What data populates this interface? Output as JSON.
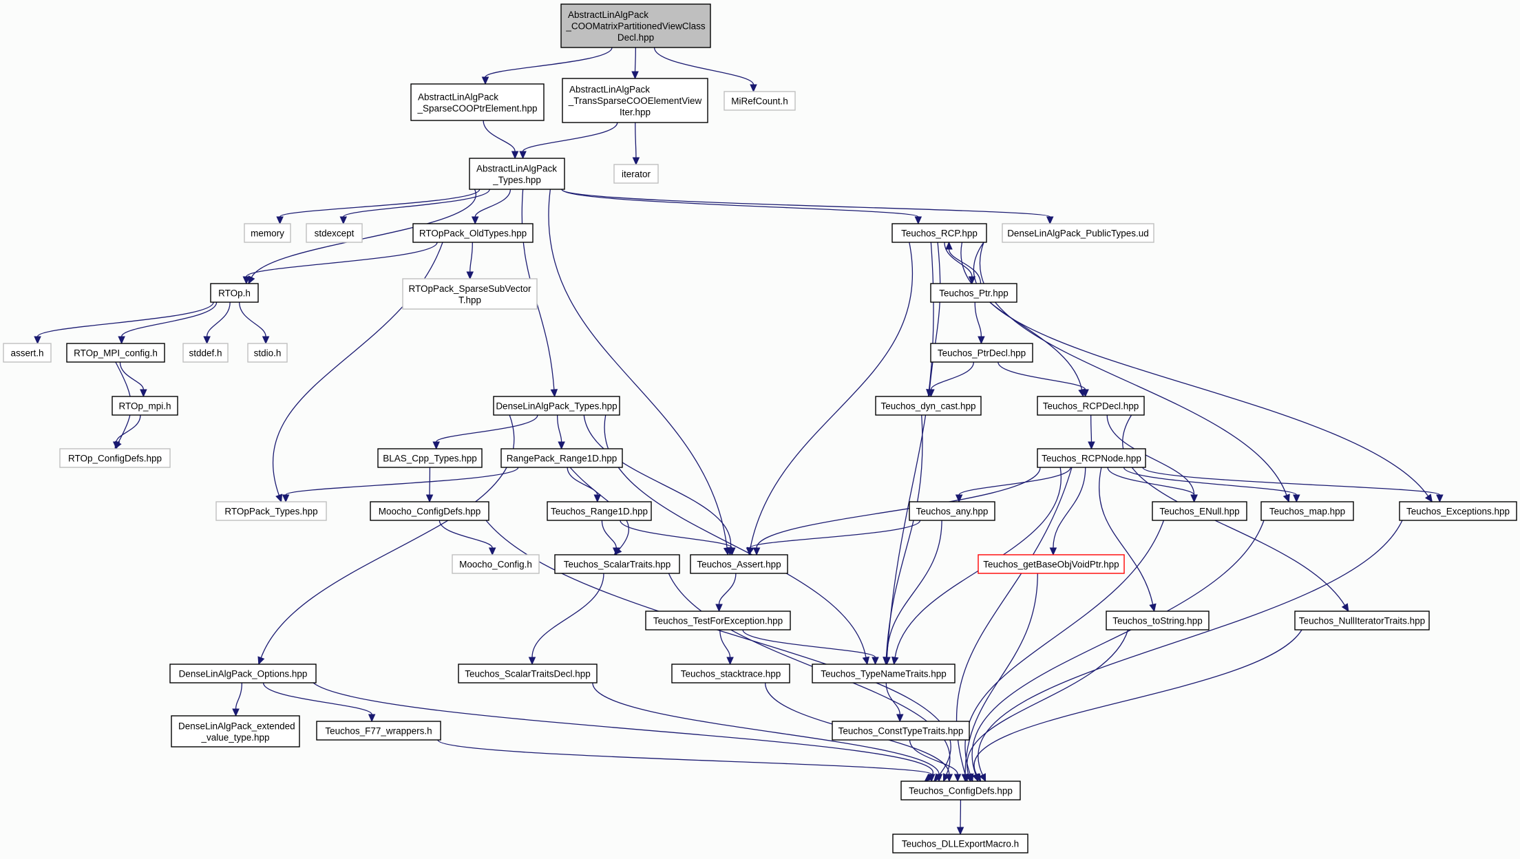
{
  "diagram": {
    "nodes": [
      {
        "id": "root",
        "lines": [
          "AbstractLinAlgPack",
          "_COOMatrixPartitionedViewClass",
          "Decl.hpp"
        ],
        "style": "root"
      },
      {
        "id": "sparseptr",
        "lines": [
          "AbstractLinAlgPack",
          "_SparseCOOPtrElement.hpp"
        ],
        "style": "normal"
      },
      {
        "id": "transsparse",
        "lines": [
          "AbstractLinAlgPack",
          "_TransSparseCOOElementView",
          "Iter.hpp"
        ],
        "style": "normal"
      },
      {
        "id": "mirefcount",
        "lines": [
          "MiRefCount.h"
        ],
        "style": "external"
      },
      {
        "id": "types",
        "lines": [
          "AbstractLinAlgPack",
          "_Types.hpp"
        ],
        "style": "normal"
      },
      {
        "id": "iterator",
        "lines": [
          "iterator"
        ],
        "style": "external"
      },
      {
        "id": "memory",
        "lines": [
          "memory"
        ],
        "style": "external"
      },
      {
        "id": "stdexcept",
        "lines": [
          "stdexcept"
        ],
        "style": "external"
      },
      {
        "id": "oldtypes",
        "lines": [
          "RTOpPack_OldTypes.hpp"
        ],
        "style": "normal"
      },
      {
        "id": "rcp",
        "lines": [
          "Teuchos_RCP.hpp"
        ],
        "style": "normal"
      },
      {
        "id": "densepublic",
        "lines": [
          "DenseLinAlgPack_PublicTypes.ud"
        ],
        "style": "external"
      },
      {
        "id": "rtoph",
        "lines": [
          "RTOp.h"
        ],
        "style": "normal"
      },
      {
        "id": "sparsesub",
        "lines": [
          "RTOpPack_SparseSubVector",
          "T.hpp"
        ],
        "style": "external"
      },
      {
        "id": "ptr",
        "lines": [
          "Teuchos_Ptr.hpp"
        ],
        "style": "normal"
      },
      {
        "id": "asserth",
        "lines": [
          "assert.h"
        ],
        "style": "external"
      },
      {
        "id": "mpiconfig",
        "lines": [
          "RTOp_MPI_config.h"
        ],
        "style": "normal"
      },
      {
        "id": "stddef",
        "lines": [
          "stddef.h"
        ],
        "style": "external"
      },
      {
        "id": "stdio",
        "lines": [
          "stdio.h"
        ],
        "style": "external"
      },
      {
        "id": "ptrdecl",
        "lines": [
          "Teuchos_PtrDecl.hpp"
        ],
        "style": "normal"
      },
      {
        "id": "rtopmpi",
        "lines": [
          "RTOp_mpi.h"
        ],
        "style": "normal"
      },
      {
        "id": "densetypes",
        "lines": [
          "DenseLinAlgPack_Types.hpp"
        ],
        "style": "normal"
      },
      {
        "id": "dyncast",
        "lines": [
          "Teuchos_dyn_cast.hpp"
        ],
        "style": "normal"
      },
      {
        "id": "rcpdecl",
        "lines": [
          "Teuchos_RCPDecl.hpp"
        ],
        "style": "normal"
      },
      {
        "id": "rtopconfig",
        "lines": [
          "RTOp_ConfigDefs.hpp"
        ],
        "style": "external"
      },
      {
        "id": "blas",
        "lines": [
          "BLAS_Cpp_Types.hpp"
        ],
        "style": "normal"
      },
      {
        "id": "range1d",
        "lines": [
          "RangePack_Range1D.hpp"
        ],
        "style": "normal"
      },
      {
        "id": "rcpnode",
        "lines": [
          "Teuchos_RCPNode.hpp"
        ],
        "style": "normal"
      },
      {
        "id": "rtoppacktypes",
        "lines": [
          "RTOpPack_Types.hpp"
        ],
        "style": "external"
      },
      {
        "id": "moochoconfigdefs",
        "lines": [
          "Moocho_ConfigDefs.hpp"
        ],
        "style": "normal"
      },
      {
        "id": "teuchosrange",
        "lines": [
          "Teuchos_Range1D.hpp"
        ],
        "style": "normal"
      },
      {
        "id": "any",
        "lines": [
          "Teuchos_any.hpp"
        ],
        "style": "normal"
      },
      {
        "id": "enull",
        "lines": [
          "Teuchos_ENull.hpp"
        ],
        "style": "normal"
      },
      {
        "id": "map",
        "lines": [
          "Teuchos_map.hpp"
        ],
        "style": "normal"
      },
      {
        "id": "exceptions",
        "lines": [
          "Teuchos_Exceptions.hpp"
        ],
        "style": "normal"
      },
      {
        "id": "moochoconfig",
        "lines": [
          "Moocho_Config.h"
        ],
        "style": "external"
      },
      {
        "id": "scalartraits",
        "lines": [
          "Teuchos_ScalarTraits.hpp"
        ],
        "style": "normal"
      },
      {
        "id": "assert",
        "lines": [
          "Teuchos_Assert.hpp"
        ],
        "style": "normal"
      },
      {
        "id": "getbase",
        "lines": [
          "Teuchos_getBaseObjVoidPtr.hpp"
        ],
        "style": "red"
      },
      {
        "id": "testforexc",
        "lines": [
          "Teuchos_TestForException.hpp"
        ],
        "style": "normal"
      },
      {
        "id": "tostring",
        "lines": [
          "Teuchos_toString.hpp"
        ],
        "style": "normal"
      },
      {
        "id": "nulliter",
        "lines": [
          "Teuchos_NullIteratorTraits.hpp"
        ],
        "style": "normal"
      },
      {
        "id": "options",
        "lines": [
          "DenseLinAlgPack_Options.hpp"
        ],
        "style": "normal"
      },
      {
        "id": "scalartraitsdecl",
        "lines": [
          "Teuchos_ScalarTraitsDecl.hpp"
        ],
        "style": "normal"
      },
      {
        "id": "stacktrace",
        "lines": [
          "Teuchos_stacktrace.hpp"
        ],
        "style": "normal"
      },
      {
        "id": "typenametraits",
        "lines": [
          "Teuchos_TypeNameTraits.hpp"
        ],
        "style": "normal"
      },
      {
        "id": "extended",
        "lines": [
          "DenseLinAlgPack_extended",
          "_value_type.hpp"
        ],
        "style": "normal"
      },
      {
        "id": "f77",
        "lines": [
          "Teuchos_F77_wrappers.h"
        ],
        "style": "normal"
      },
      {
        "id": "consttype",
        "lines": [
          "Teuchos_ConstTypeTraits.hpp"
        ],
        "style": "normal"
      },
      {
        "id": "configdefs",
        "lines": [
          "Teuchos_ConfigDefs.hpp"
        ],
        "style": "normal"
      },
      {
        "id": "dllexport",
        "lines": [
          "Teuchos_DLLExportMacro.h"
        ],
        "style": "normal"
      }
    ],
    "edges": [
      [
        "root",
        "sparseptr"
      ],
      [
        "root",
        "transsparse"
      ],
      [
        "root",
        "mirefcount"
      ],
      [
        "sparseptr",
        "types"
      ],
      [
        "transsparse",
        "types"
      ],
      [
        "transsparse",
        "iterator"
      ],
      [
        "types",
        "memory"
      ],
      [
        "types",
        "stdexcept"
      ],
      [
        "types",
        "rtoph"
      ],
      [
        "types",
        "oldtypes"
      ],
      [
        "types",
        "densetypes"
      ],
      [
        "types",
        "assert"
      ],
      [
        "types",
        "rcp"
      ],
      [
        "types",
        "densepublic"
      ],
      [
        "oldtypes",
        "rtoph"
      ],
      [
        "oldtypes",
        "sparsesub"
      ],
      [
        "oldtypes",
        "rtoppacktypes"
      ],
      [
        "rtoph",
        "asserth"
      ],
      [
        "rtoph",
        "mpiconfig"
      ],
      [
        "rtoph",
        "stddef"
      ],
      [
        "rtoph",
        "stdio"
      ],
      [
        "mpiconfig",
        "rtopmpi"
      ],
      [
        "mpiconfig",
        "rtopconfig"
      ],
      [
        "rtopmpi",
        "rtopconfig"
      ],
      [
        "rcp",
        "ptr"
      ],
      [
        "ptr",
        "rcp"
      ],
      [
        "rcp",
        "assert"
      ],
      [
        "rcp",
        "typenametraits"
      ],
      [
        "rcp",
        "dyncast"
      ],
      [
        "rcp",
        "rcpdecl"
      ],
      [
        "rcp",
        "map"
      ],
      [
        "rcp",
        "exceptions"
      ],
      [
        "ptr",
        "ptrdecl"
      ],
      [
        "ptrdecl",
        "dyncast"
      ],
      [
        "ptrdecl",
        "rcpdecl"
      ],
      [
        "dyncast",
        "typenametraits"
      ],
      [
        "rcpdecl",
        "rcpnode"
      ],
      [
        "rcpdecl",
        "enull"
      ],
      [
        "rcpdecl",
        "nulliter"
      ],
      [
        "rcpnode",
        "assert"
      ],
      [
        "rcpnode",
        "any"
      ],
      [
        "rcpnode",
        "typenametraits"
      ],
      [
        "rcpnode",
        "getbase"
      ],
      [
        "rcpnode",
        "configdefs"
      ],
      [
        "rcpnode",
        "tostring"
      ],
      [
        "rcpnode",
        "enull"
      ],
      [
        "rcpnode",
        "map"
      ],
      [
        "rcpnode",
        "exceptions"
      ],
      [
        "densetypes",
        "options"
      ],
      [
        "densetypes",
        "blas"
      ],
      [
        "densetypes",
        "range1d"
      ],
      [
        "densetypes",
        "assert"
      ],
      [
        "densetypes",
        "typenametraits"
      ],
      [
        "blas",
        "moochoconfigdefs"
      ],
      [
        "range1d",
        "rtoppacktypes"
      ],
      [
        "range1d",
        "teuchosrange"
      ],
      [
        "range1d",
        "scalartraits"
      ],
      [
        "moochoconfigdefs",
        "moochoconfig"
      ],
      [
        "moochoconfigdefs",
        "configdefs"
      ],
      [
        "teuchosrange",
        "scalartraits"
      ],
      [
        "teuchosrange",
        "assert"
      ],
      [
        "any",
        "assert"
      ],
      [
        "any",
        "typenametraits"
      ],
      [
        "enull",
        "configdefs"
      ],
      [
        "map",
        "configdefs"
      ],
      [
        "exceptions",
        "configdefs"
      ],
      [
        "scalartraits",
        "scalartraitsdecl"
      ],
      [
        "scalartraits",
        "configdefs"
      ],
      [
        "assert",
        "testforexc"
      ],
      [
        "getbase",
        "configdefs"
      ],
      [
        "testforexc",
        "stacktrace"
      ],
      [
        "testforexc",
        "typenametraits"
      ],
      [
        "tostring",
        "configdefs"
      ],
      [
        "nulliter",
        "configdefs"
      ],
      [
        "options",
        "extended"
      ],
      [
        "options",
        "f77"
      ],
      [
        "options",
        "configdefs"
      ],
      [
        "scalartraitsdecl",
        "configdefs"
      ],
      [
        "stacktrace",
        "configdefs"
      ],
      [
        "typenametraits",
        "consttype"
      ],
      [
        "consttype",
        "configdefs"
      ],
      [
        "f77",
        "configdefs"
      ],
      [
        "configdefs",
        "dllexport"
      ]
    ]
  }
}
